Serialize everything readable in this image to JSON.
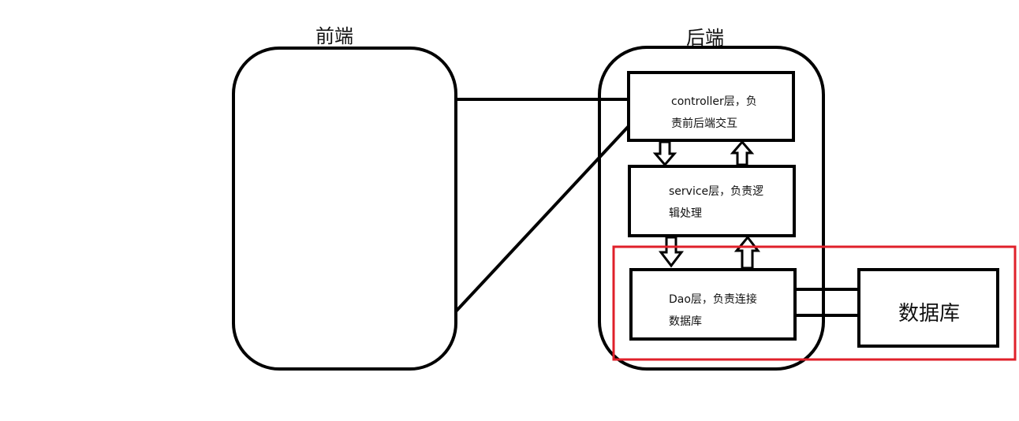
{
  "frontend": {
    "title": "前端"
  },
  "backend": {
    "title": "后端"
  },
  "controller": {
    "line1": "controller层，负",
    "line2": "责前后端交互"
  },
  "service": {
    "line1": "service层，负责逻",
    "line2": "辑处理"
  },
  "dao": {
    "line1": "Dao层，负责连接",
    "line2": "数据库"
  },
  "database": {
    "label": "数据库"
  },
  "colors": {
    "stroke": "#000000",
    "highlight": "#e0202a",
    "background": "#ffffff"
  }
}
